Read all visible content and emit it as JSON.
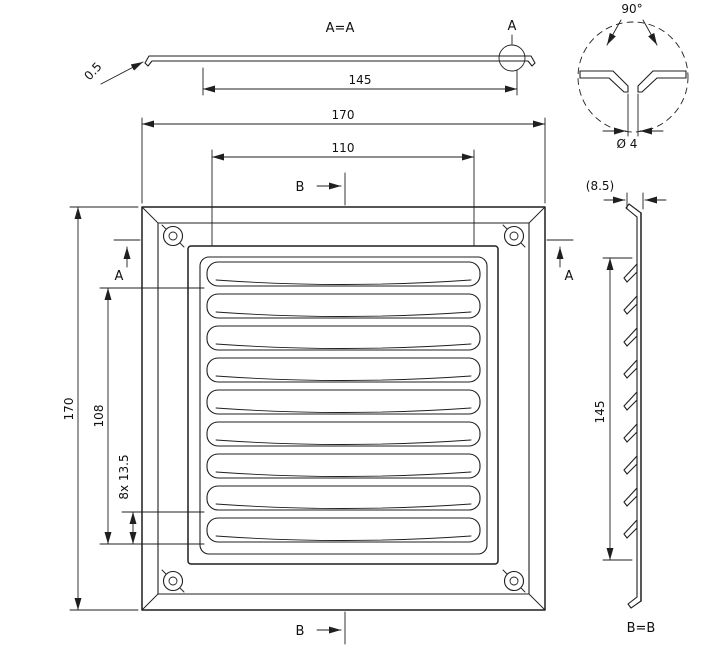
{
  "title": "ventilation-grille-technical-drawing",
  "colors": {
    "line": "#1f1f1f",
    "background": "#ffffff"
  },
  "section_aa": {
    "label": "A=A",
    "detail_marker": "A",
    "thickness": "0.5",
    "length": "145"
  },
  "detail_a": {
    "angle": "90°",
    "hole_diameter": "Ø 4"
  },
  "front_view": {
    "overall_width": "170",
    "inner_width": "110",
    "overall_height": "170",
    "louver_span": "108",
    "louver_pitch": "8x 13.5",
    "section_b_top": "B",
    "section_b_bottom": "B",
    "section_a_left": "A",
    "section_a_right": "A"
  },
  "section_bb": {
    "depth": "(8.5)",
    "louver_height": "145",
    "label": "B=B"
  }
}
